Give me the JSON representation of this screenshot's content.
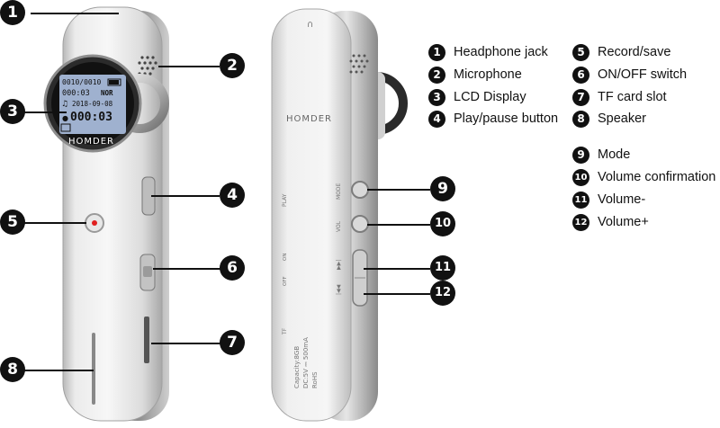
{
  "brand": "HOMDER",
  "lcd": {
    "file_counter": "0010/0010",
    "elapsed": "000:03",
    "mode": "NOR",
    "date": "2018-09-08",
    "timer": "000:03"
  },
  "side_labels": {
    "mode": "MODE",
    "play": "PLAY",
    "vol": "VOL",
    "off": "OFF",
    "on": "ON",
    "tf": "TF"
  },
  "back_info": {
    "capacity": "Capacity:8GB",
    "power": "DC:5V ⎓ 500mA",
    "rohs": "RoHS"
  },
  "callouts": [
    {
      "n": "1"
    },
    {
      "n": "2"
    },
    {
      "n": "3"
    },
    {
      "n": "4"
    },
    {
      "n": "5"
    },
    {
      "n": "6"
    },
    {
      "n": "7"
    },
    {
      "n": "8"
    },
    {
      "n": "9"
    },
    {
      "n": "10"
    },
    {
      "n": "11"
    },
    {
      "n": "12"
    }
  ],
  "legend": [
    {
      "n": "1",
      "label": "Headphone jack"
    },
    {
      "n": "2",
      "label": "Microphone"
    },
    {
      "n": "3",
      "label": "LCD Display"
    },
    {
      "n": "4",
      "label": "Play/pause button"
    },
    {
      "n": "5",
      "label": "Record/save"
    },
    {
      "n": "6",
      "label": "ON/OFF switch"
    },
    {
      "n": "7",
      "label": "TF card slot"
    },
    {
      "n": "8",
      "label": "Speaker"
    },
    {
      "n": "9",
      "label": "Mode"
    },
    {
      "n": "10",
      "label": "Volume confirmation"
    },
    {
      "n": "11",
      "label": "Volume-"
    },
    {
      "n": "12",
      "label": "Volume+"
    }
  ],
  "colors": {
    "body_light": "#f2f2f2",
    "body_mid": "#cfcfcf",
    "body_dark": "#9a9a9a",
    "lcd_bg": "#9fb1cf",
    "badge": "#111111",
    "record_dot": "#e02020"
  }
}
